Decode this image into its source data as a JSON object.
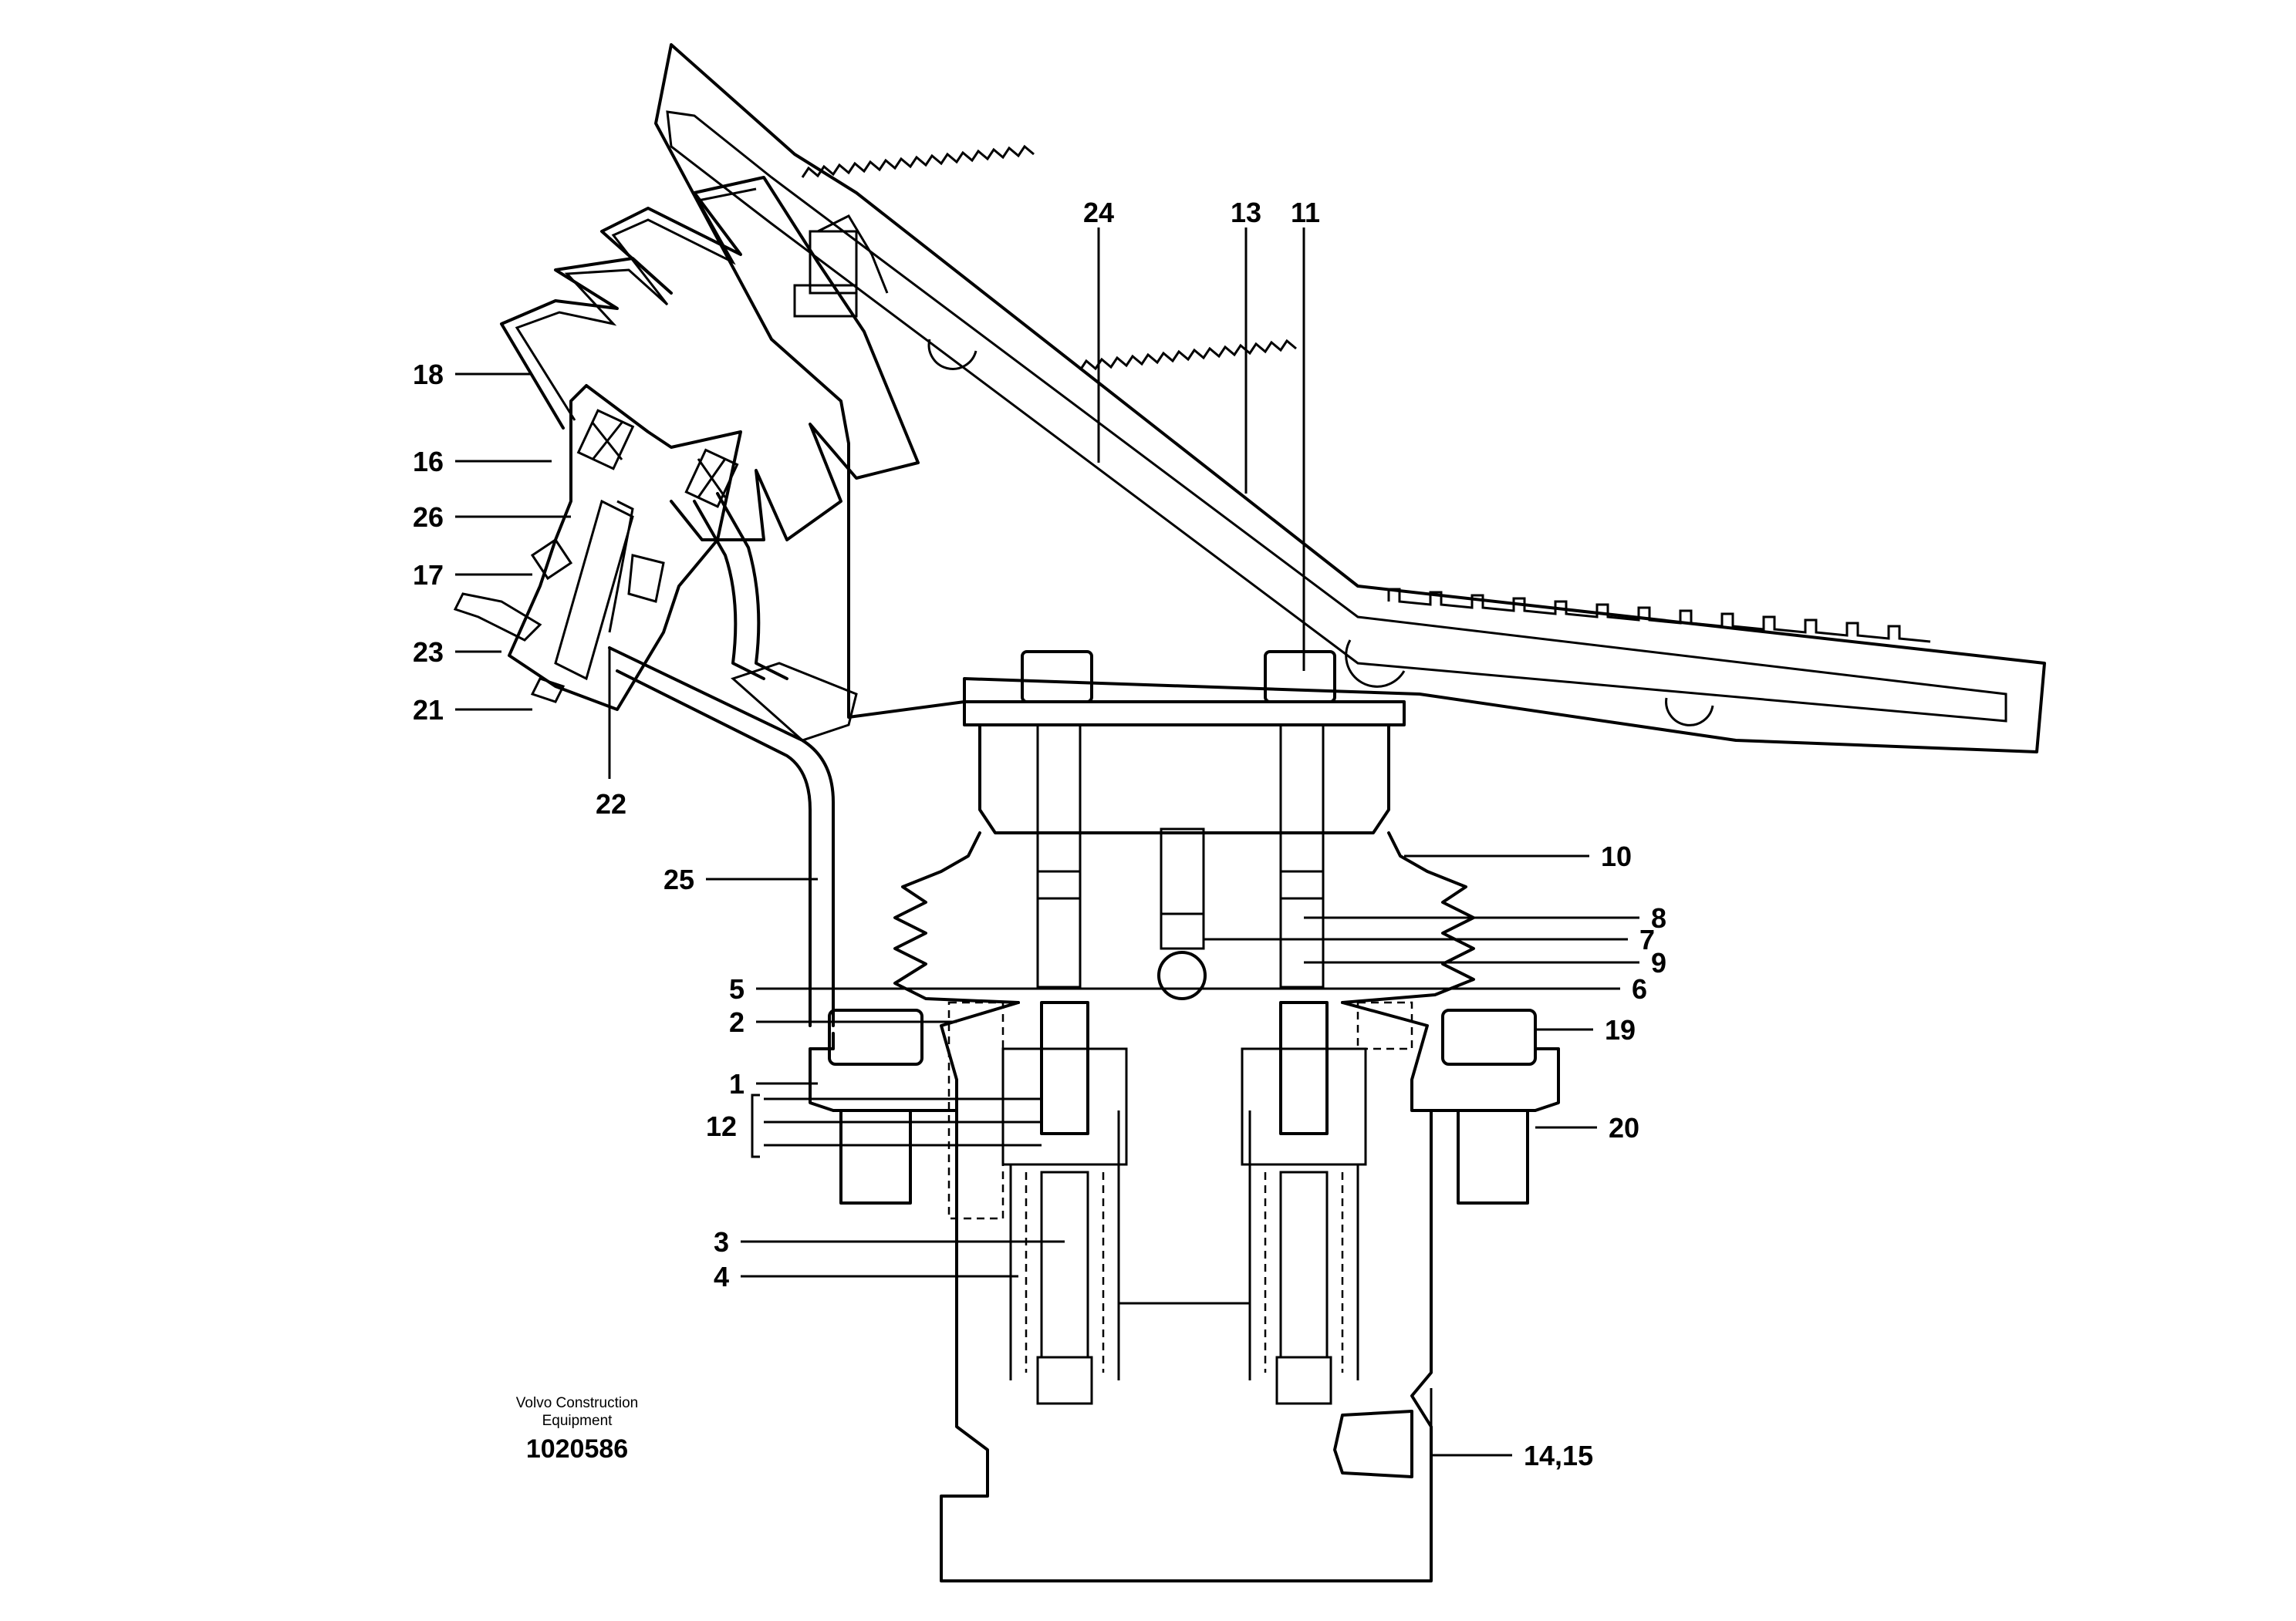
{
  "credit": {
    "line1": "Volvo Construction",
    "line2": "Equipment",
    "number": "1020586"
  },
  "callouts": [
    {
      "key": "c24",
      "label": "24"
    },
    {
      "key": "c13",
      "label": "13"
    },
    {
      "key": "c11",
      "label": "11"
    },
    {
      "key": "c18",
      "label": "18"
    },
    {
      "key": "c16",
      "label": "16"
    },
    {
      "key": "c26",
      "label": "26"
    },
    {
      "key": "c17",
      "label": "17"
    },
    {
      "key": "c23",
      "label": "23"
    },
    {
      "key": "c21",
      "label": "21"
    },
    {
      "key": "c22",
      "label": "22"
    },
    {
      "key": "c25",
      "label": "25"
    },
    {
      "key": "c10",
      "label": "10"
    },
    {
      "key": "c8",
      "label": "8"
    },
    {
      "key": "c7",
      "label": "7"
    },
    {
      "key": "c9",
      "label": "9"
    },
    {
      "key": "c5",
      "label": "5"
    },
    {
      "key": "c6",
      "label": "6"
    },
    {
      "key": "c2",
      "label": "2"
    },
    {
      "key": "c19",
      "label": "19"
    },
    {
      "key": "c1",
      "label": "1"
    },
    {
      "key": "c12",
      "label": "12"
    },
    {
      "key": "c20",
      "label": "20"
    },
    {
      "key": "c3",
      "label": "3"
    },
    {
      "key": "c4",
      "label": "4"
    },
    {
      "key": "c1415",
      "label": "14,15"
    }
  ]
}
